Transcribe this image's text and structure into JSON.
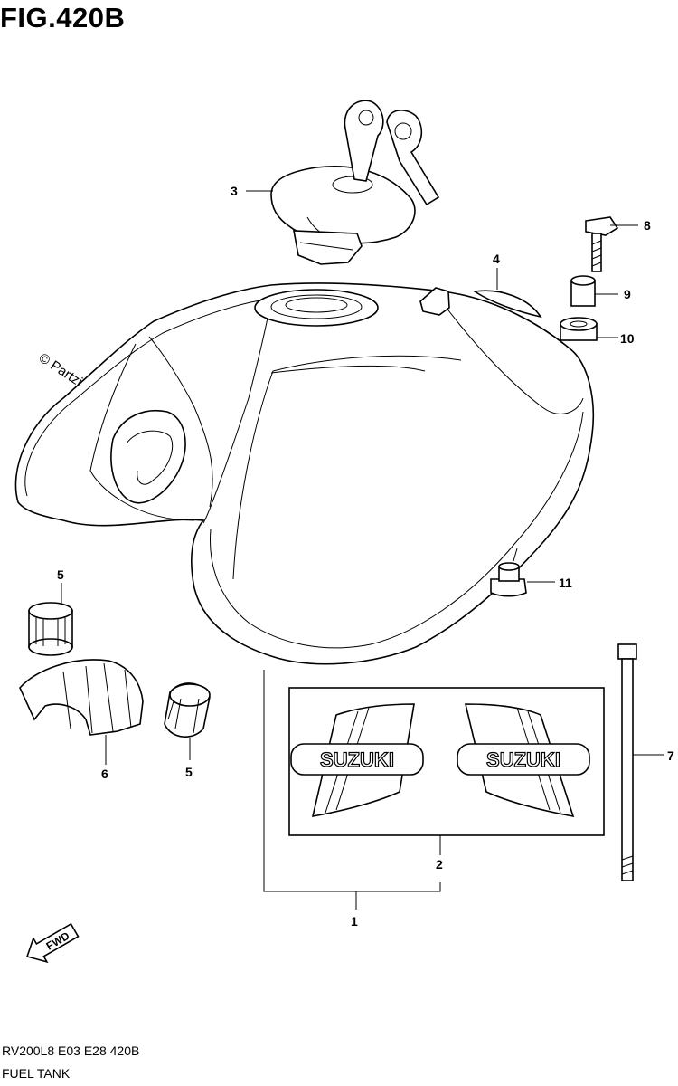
{
  "figure": {
    "title": "FIG.420B",
    "code": "RV200L8  E03  E28  420B",
    "name": "FUEL TANK",
    "watermark": "© Partzilla.com",
    "fwd_label": "FWD",
    "decal_text": "SUZUKI"
  },
  "callouts": [
    "1",
    "2",
    "3",
    "4",
    "5",
    "5",
    "6",
    "7",
    "8",
    "9",
    "10",
    "11"
  ],
  "parts": [
    {
      "ref": "1",
      "part": "fuel-tank"
    },
    {
      "ref": "2",
      "part": "emblem-set"
    },
    {
      "ref": "3",
      "part": "fuel-cap-with-keys"
    },
    {
      "ref": "4",
      "part": "tank-plate"
    },
    {
      "ref": "5",
      "part": "cushion"
    },
    {
      "ref": "6",
      "part": "front-cushion"
    },
    {
      "ref": "7",
      "part": "cable-tie"
    },
    {
      "ref": "8",
      "part": "bolt"
    },
    {
      "ref": "9",
      "part": "spacer"
    },
    {
      "ref": "10",
      "part": "cushion-rubber"
    },
    {
      "ref": "11",
      "part": "rear-cushion"
    }
  ]
}
